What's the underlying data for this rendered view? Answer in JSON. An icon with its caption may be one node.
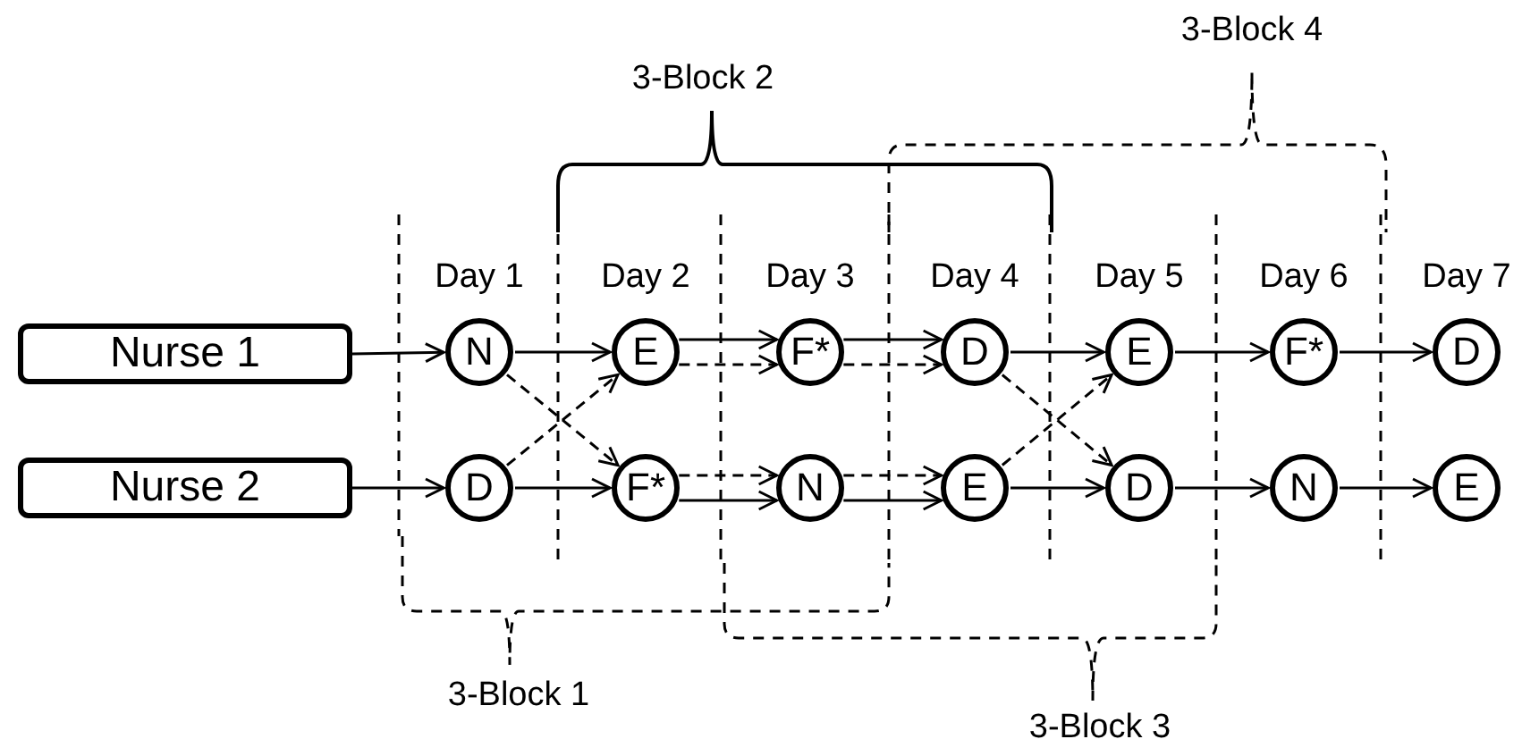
{
  "diagram": {
    "nodes": [
      {
        "text": [
          "Nurse 1"
        ]
      },
      {
        "text": [
          "Nurse 2"
        ]
      },
      {
        "text": [
          "N"
        ]
      },
      {
        "text": [
          "E"
        ]
      },
      {
        "text": [
          "F*"
        ]
      },
      {
        "text": [
          "D"
        ]
      },
      {
        "text": [
          "E"
        ]
      },
      {
        "text": [
          "F*"
        ]
      },
      {
        "text": [
          "D"
        ]
      },
      {
        "text": [
          "D"
        ]
      },
      {
        "text": [
          "F*"
        ]
      },
      {
        "text": [
          "N"
        ]
      },
      {
        "text": [
          "E"
        ]
      },
      {
        "text": [
          "D"
        ]
      },
      {
        "text": [
          "N"
        ]
      },
      {
        "text": [
          "E"
        ]
      }
    ],
    "edges": [
      {
        "from": 0,
        "to": 2,
        "arrow": "to"
      },
      {
        "from": 1,
        "to": 9,
        "arrow": "to"
      },
      {
        "from": 2,
        "to": 3,
        "arrow": "to"
      },
      {
        "from": 2,
        "to": 10,
        "arrow": "to",
        "style": "dashed"
      },
      {
        "from": 9,
        "to": 3,
        "arrow": "to",
        "style": "dashed"
      },
      {
        "from": 9,
        "to": 10,
        "arrow": "to"
      },
      {
        "from": 3,
        "to": 4,
        "arrow": "to"
      },
      {
        "from": 3,
        "to": 4,
        "arrow": "to",
        "style": "dashed"
      },
      {
        "from": 10,
        "to": 11,
        "arrow": "to",
        "style": "dashed"
      },
      {
        "from": 10,
        "to": 11,
        "arrow": "to"
      },
      {
        "from": 4,
        "to": 5,
        "arrow": "to"
      },
      {
        "from": 4,
        "to": 5,
        "arrow": "to",
        "style": "dashed"
      },
      {
        "from": 11,
        "to": 12,
        "arrow": "to",
        "style": "dashed"
      },
      {
        "from": 11,
        "to": 12,
        "arrow": "to"
      },
      {
        "from": 5,
        "to": 6,
        "arrow": "to"
      },
      {
        "from": 5,
        "to": 13,
        "arrow": "to",
        "style": "dashed"
      },
      {
        "from": 12,
        "to": 6,
        "arrow": "to",
        "style": "dashed"
      },
      {
        "from": 12,
        "to": 13,
        "arrow": "to"
      },
      {
        "from": 6,
        "to": 7,
        "arrow": "to"
      },
      {
        "from": 7,
        "to": 8,
        "arrow": "to"
      },
      {
        "from": 13,
        "to": 14,
        "arrow": "to"
      },
      {
        "from": 14,
        "to": 15,
        "arrow": "to"
      }
    ],
    "labels": [
      "3-Block 4",
      "3-Block 2",
      "Day 1",
      "Day 2",
      "Day 3",
      "Day 4",
      "Day 5",
      "Day 6",
      "Day 7",
      "3-Block 1",
      "3-Block 3"
    ]
  }
}
